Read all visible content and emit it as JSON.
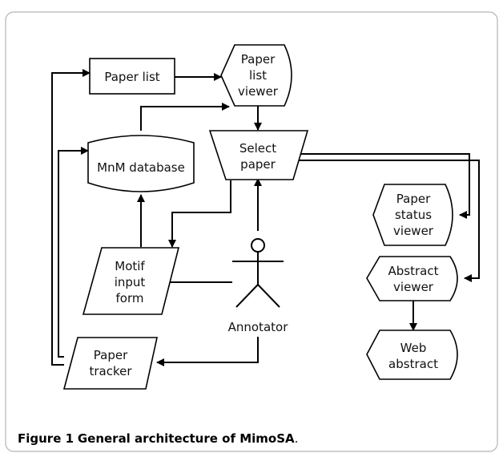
{
  "nodes": {
    "paper_list": "Paper list",
    "paper_list_viewer": [
      "Paper",
      "list",
      "viewer"
    ],
    "select_paper": [
      "Select",
      "paper"
    ],
    "mnm_database": "MnM database",
    "paper_status_viewer": [
      "Paper",
      "status",
      "viewer"
    ],
    "abstract_viewer": [
      "Abstract",
      "viewer"
    ],
    "motif_input_form": [
      "Motif",
      "input",
      "form"
    ],
    "annotator": "Annotator",
    "web_abstract": [
      "Web",
      "abstract"
    ],
    "paper_tracker": [
      "Paper",
      "tracker"
    ]
  },
  "caption": {
    "label": "Figure 1",
    "text": "General architecture of MimoSA",
    "end": "."
  }
}
